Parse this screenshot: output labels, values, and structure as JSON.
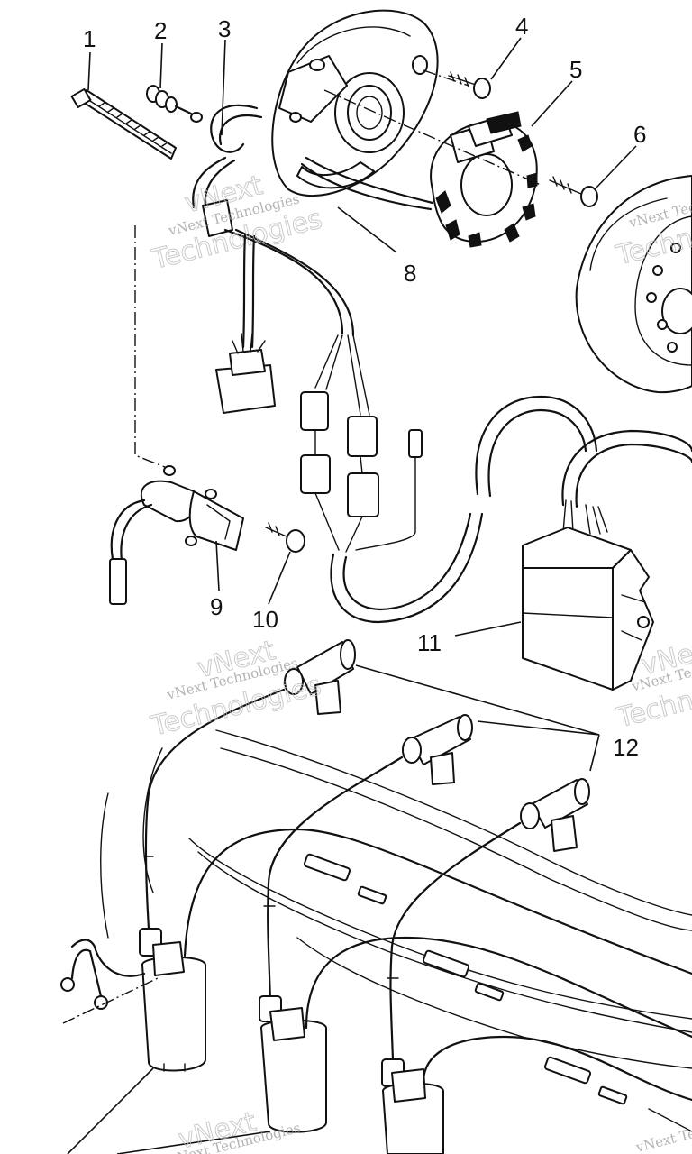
{
  "callouts": {
    "c1": "1",
    "c2": "2",
    "c3": "3",
    "c4": "4",
    "c5": "5",
    "c6": "6",
    "c8": "8",
    "c9": "9",
    "c10": "10",
    "c11": "11",
    "c12": "12"
  },
  "watermark": {
    "line1": "vNext",
    "line2": "vNext Technologies",
    "line3": "Technologies"
  }
}
